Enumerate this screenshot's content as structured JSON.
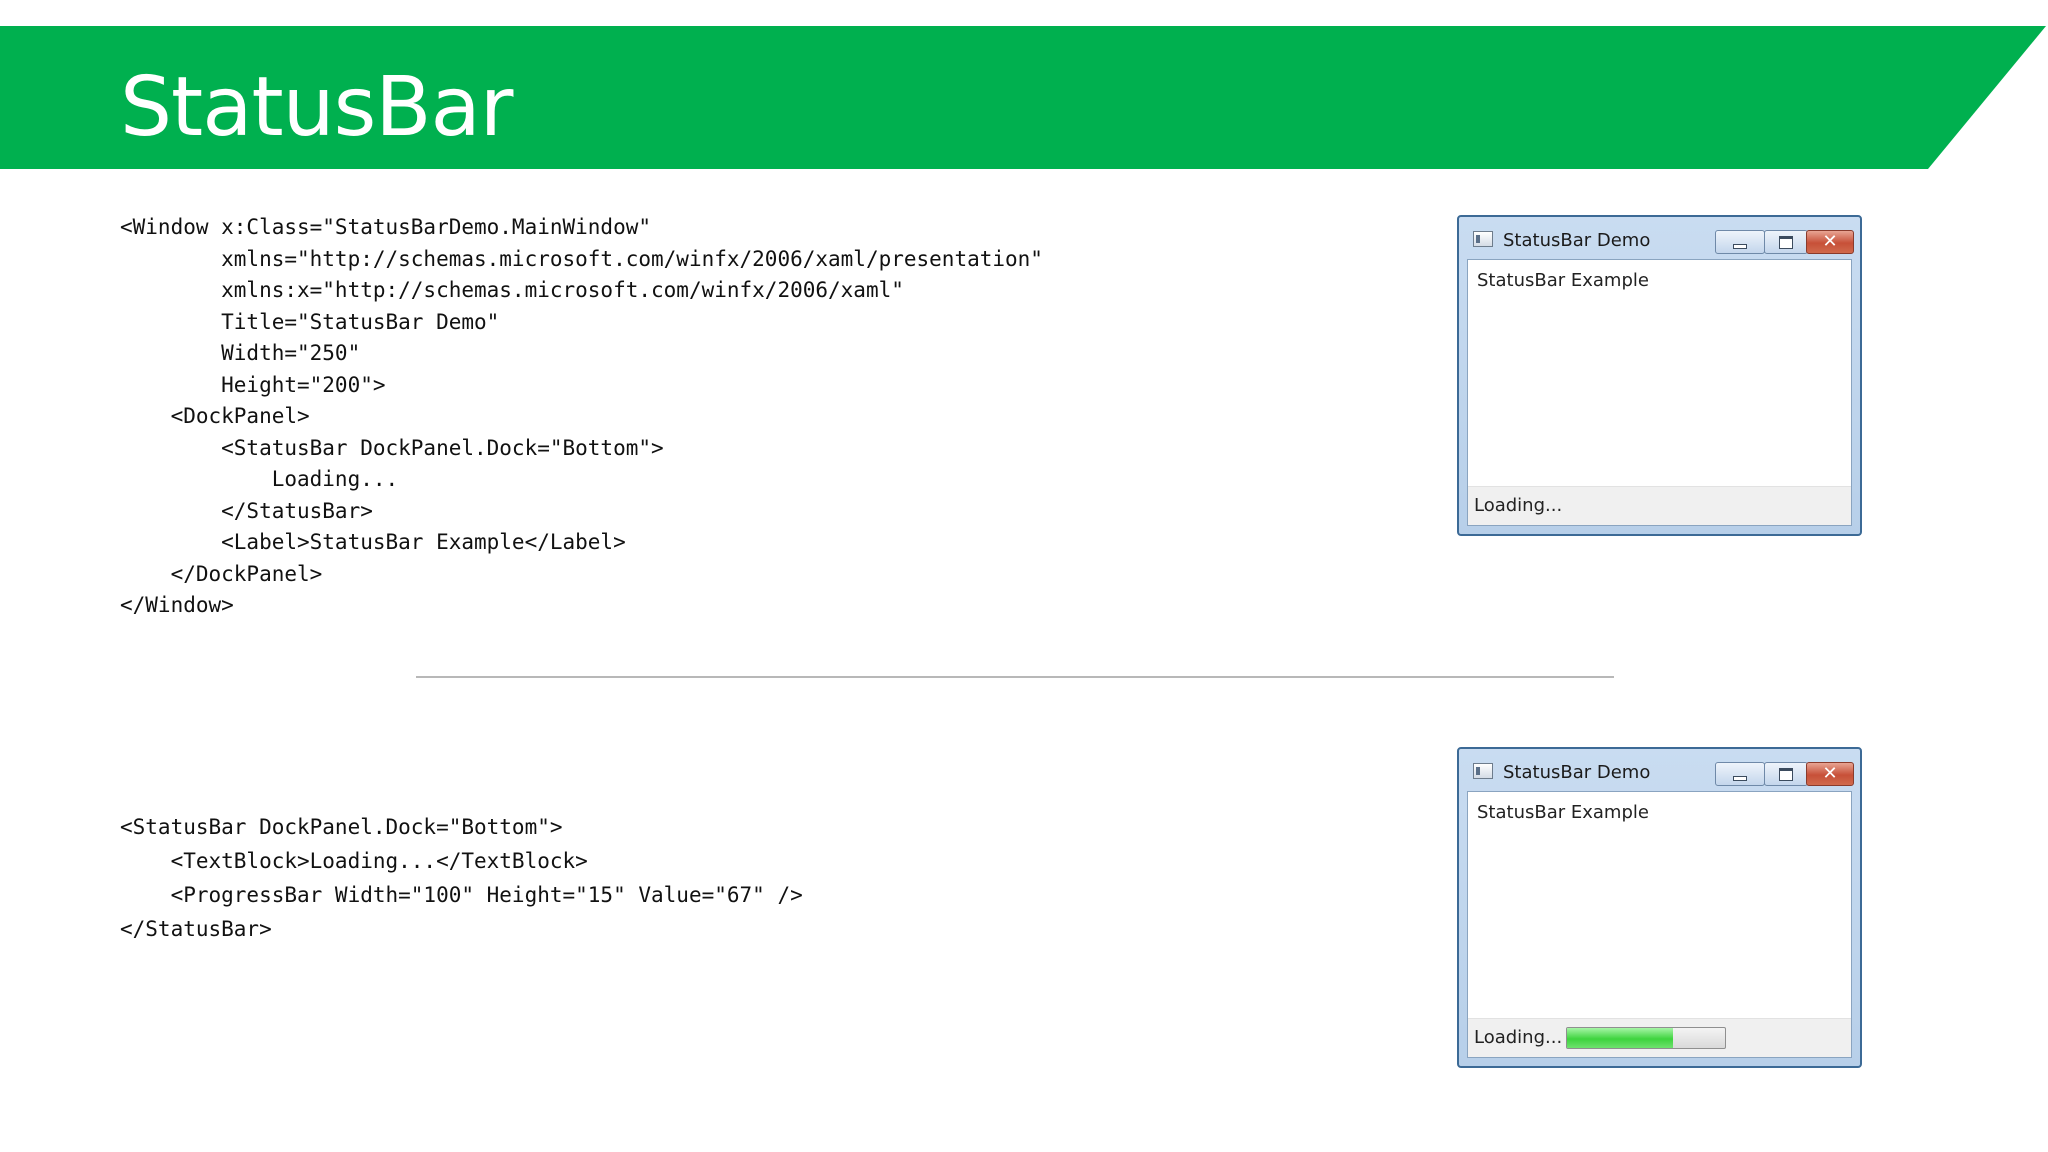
{
  "slide": {
    "title": "StatusBar",
    "accent_color": "#00b04f"
  },
  "code_block_1": {
    "lines": [
      "<Window x:Class=\"StatusBarDemo.MainWindow\"",
      "        xmlns=\"http://schemas.microsoft.com/winfx/2006/xaml/presentation\"",
      "        xmlns:x=\"http://schemas.microsoft.com/winfx/2006/xaml\"",
      "        Title=\"StatusBar Demo\"",
      "        Width=\"250\"",
      "        Height=\"200\">",
      "    <DockPanel>",
      "        <StatusBar DockPanel.Dock=\"Bottom\">",
      "            Loading...",
      "        </StatusBar>",
      "        <Label>StatusBar Example</Label>",
      "    </DockPanel>",
      "</Window>"
    ]
  },
  "code_block_2": {
    "lines": [
      "<StatusBar DockPanel.Dock=\"Bottom\">",
      "    <TextBlock>Loading...</TextBlock>",
      "    <ProgressBar Width=\"100\" Height=\"15\" Value=\"67\" />",
      "</StatusBar>"
    ]
  },
  "window_1": {
    "title": "StatusBar Demo",
    "icon": "window-app-icon",
    "close_glyph": "✕",
    "label": "StatusBar Example",
    "status_text": "Loading..."
  },
  "window_2": {
    "title": "StatusBar Demo",
    "icon": "window-app-icon",
    "close_glyph": "✕",
    "label": "StatusBar Example",
    "status_text": "Loading...",
    "progress_percent": 67,
    "progress_color": "#3ed33e"
  }
}
